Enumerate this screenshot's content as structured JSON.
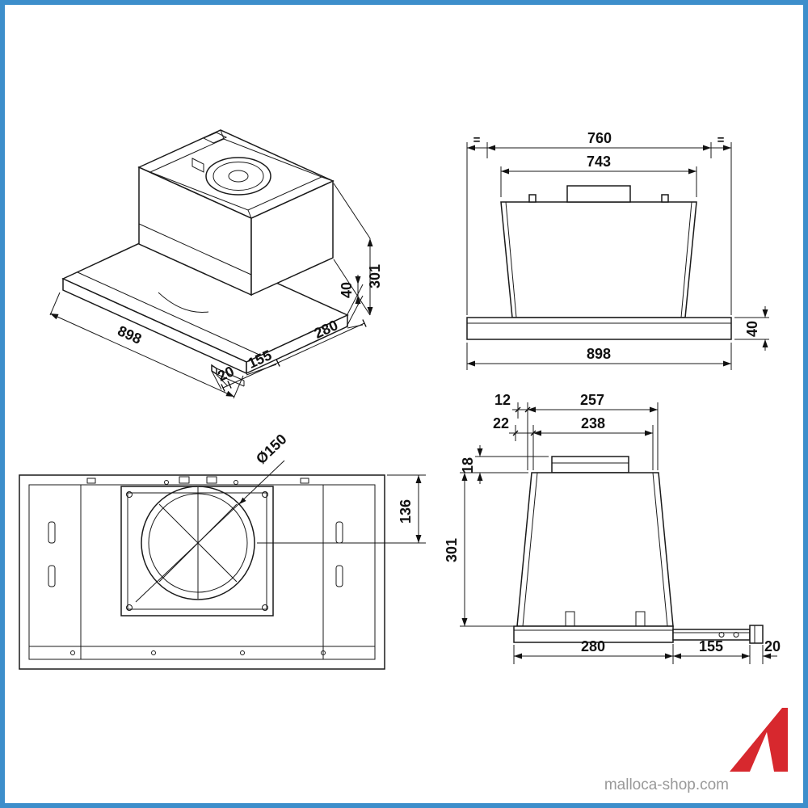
{
  "colors": {
    "border_blue": "#3d8ecb",
    "line": "#1a1a1a",
    "logo_red": "#d7282e",
    "watermark_gray": "#999999"
  },
  "watermark": {
    "site_text": "malloca-shop.com"
  },
  "logo": {
    "letter": "A"
  },
  "views": {
    "isometric": {
      "dim_width": "898",
      "dim_cap": "20",
      "dim_rail": "155",
      "dim_depth": "280",
      "dim_plate_height": "40",
      "dim_body_height": "301"
    },
    "front": {
      "dim_cutout_width": "760",
      "dim_body_width": "743",
      "dim_plate_width": "898",
      "dim_plate_height": "40",
      "equal_left": "=",
      "equal_right": "="
    },
    "bottom": {
      "dim_duct": "Ø150",
      "dim_duct_offset": "136"
    },
    "side": {
      "dim_offset_top": "12",
      "dim_top_width": "257",
      "dim_offset_mid": "22",
      "dim_inner_width": "238",
      "dim_collar_height": "18",
      "dim_body_height": "301",
      "dim_body_depth": "280",
      "dim_rail": "155",
      "dim_cap": "20"
    }
  }
}
